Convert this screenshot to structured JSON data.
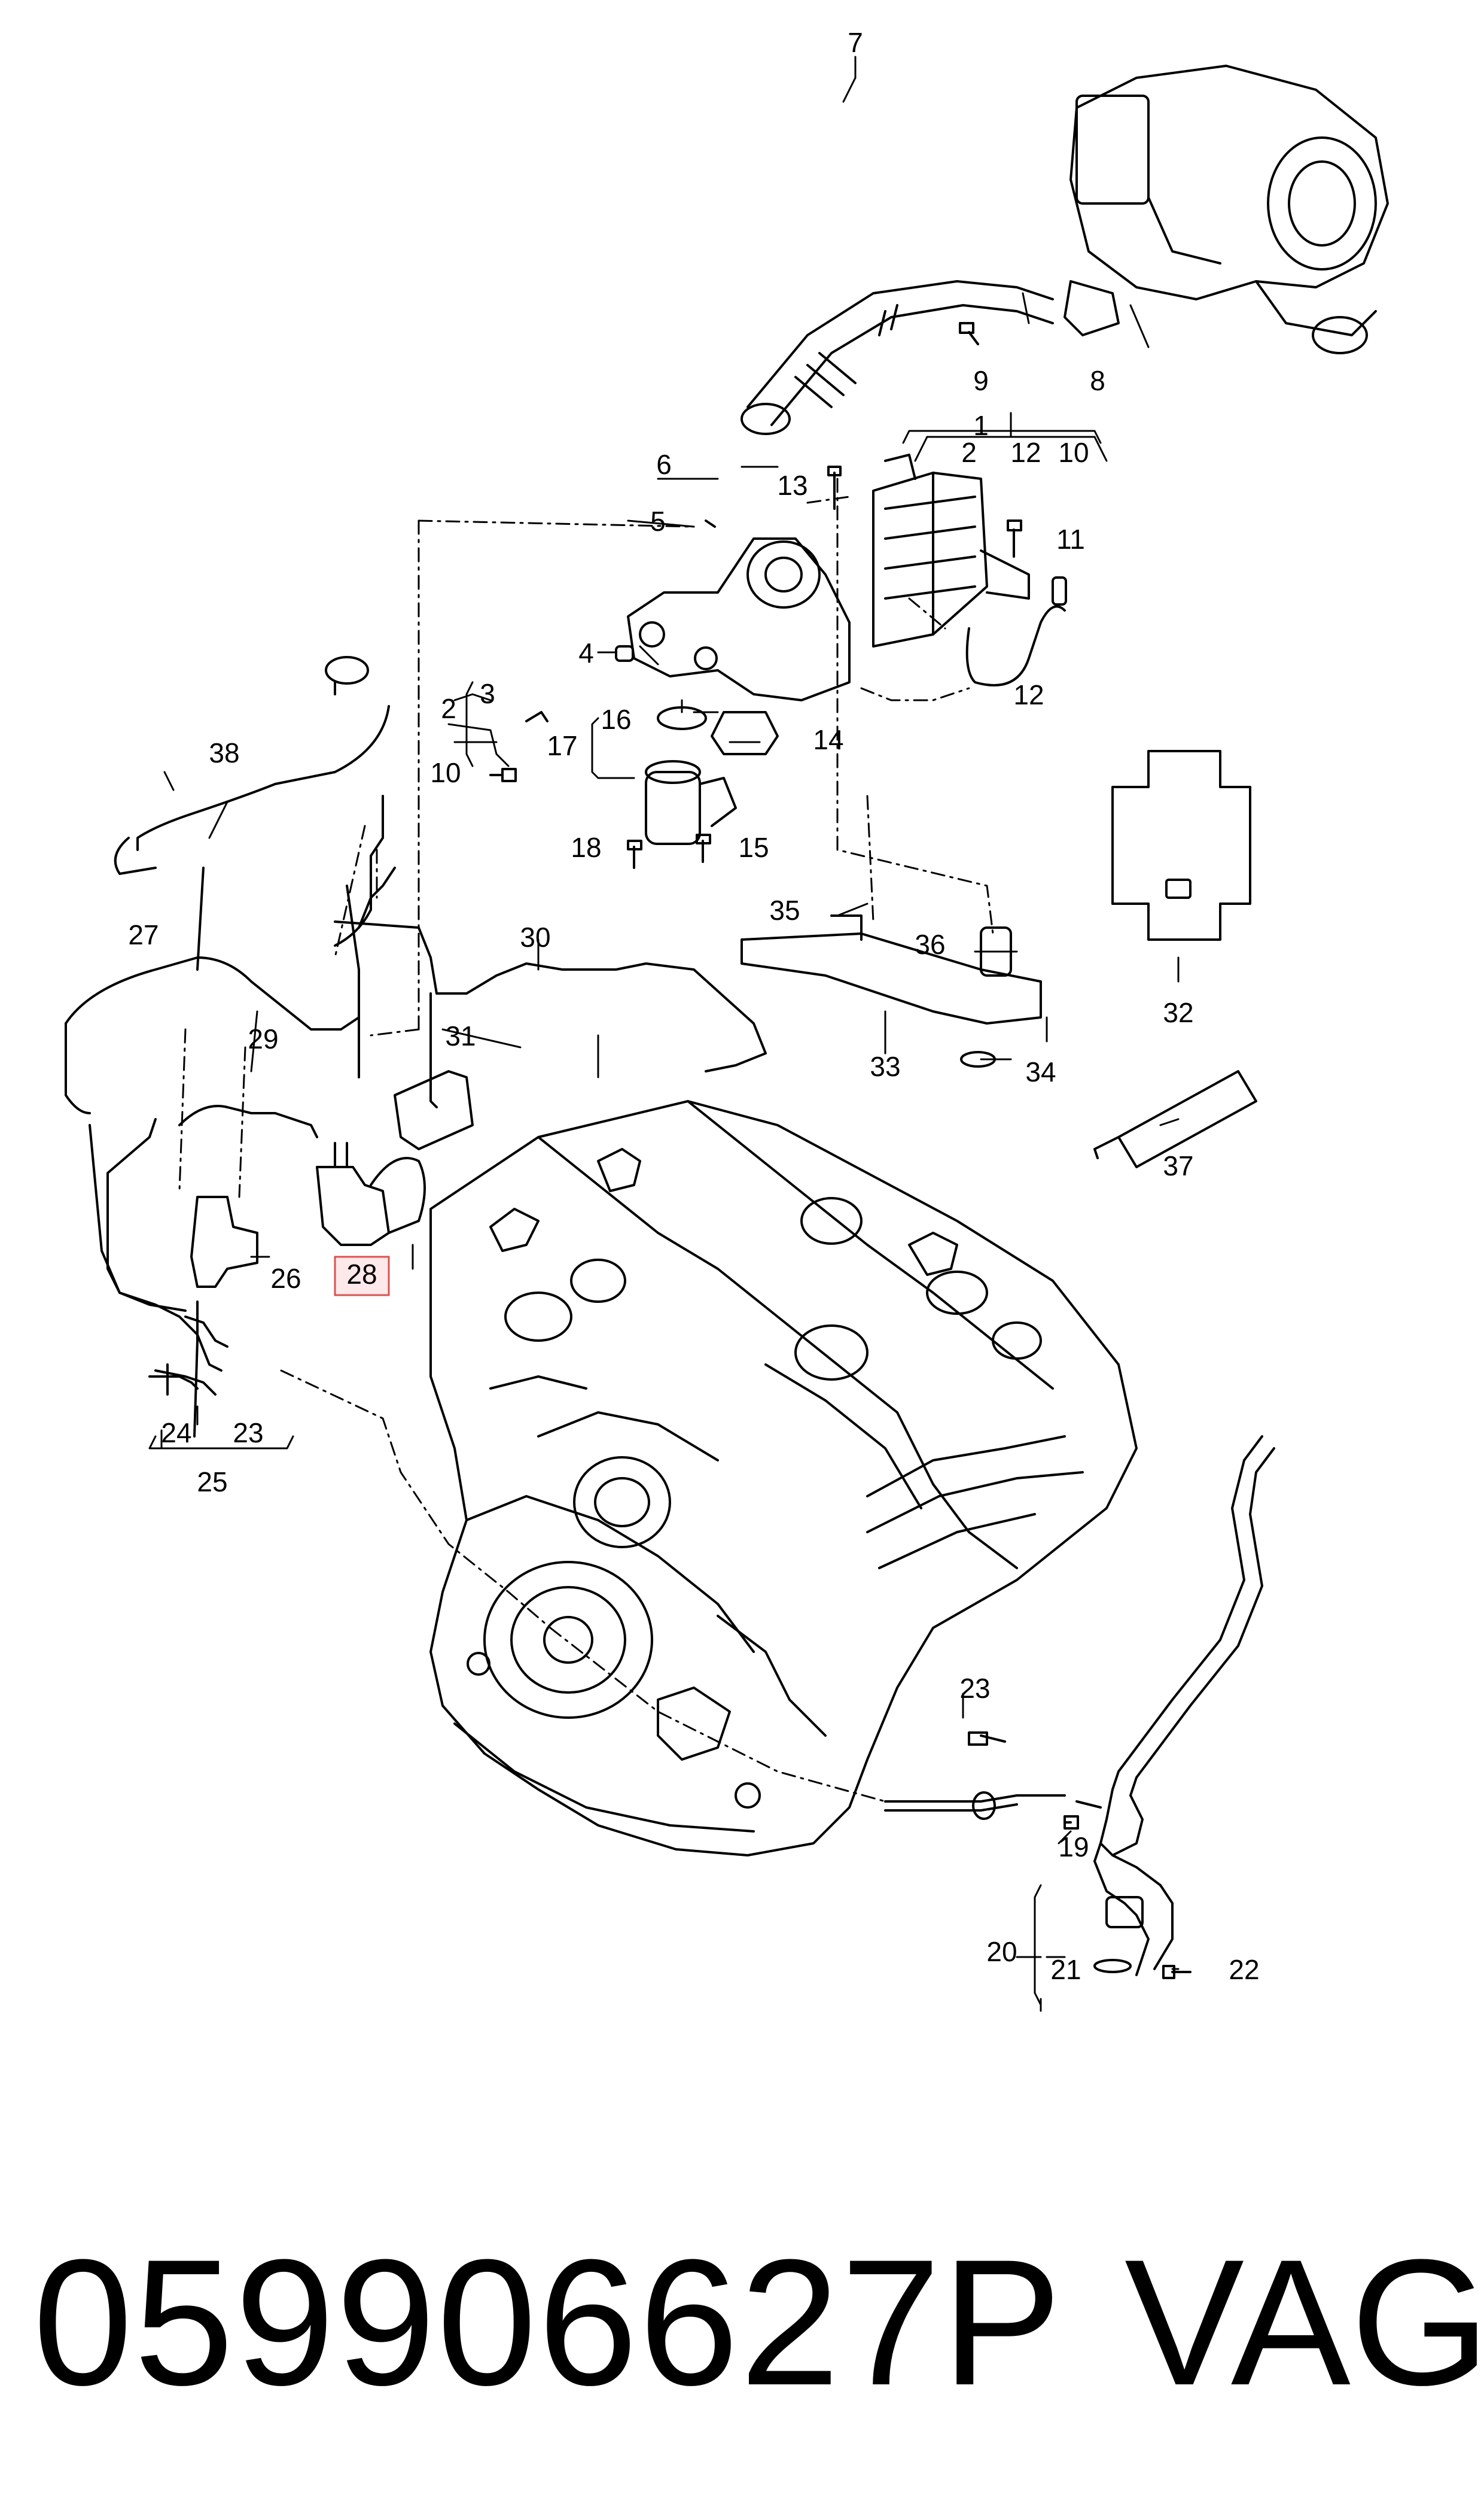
{
  "diagram": {
    "callouts": [
      "1",
      "2",
      "3",
      "4",
      "5",
      "6",
      "7",
      "8",
      "9",
      "10",
      "11",
      "12",
      "13",
      "14",
      "15",
      "16",
      "17",
      "18",
      "19",
      "20",
      "21",
      "22",
      "23",
      "24",
      "25",
      "26",
      "27",
      "28",
      "29",
      "30",
      "31",
      "32",
      "33",
      "34",
      "35",
      "36",
      "37",
      "38"
    ],
    "highlighted_callout": "28",
    "colors": {
      "line": "#000000",
      "highlight_fill": "#fde8ea",
      "highlight_border": "#d9534f"
    }
  },
  "footer": {
    "part_number": "059906627P",
    "brand": "VAG"
  }
}
